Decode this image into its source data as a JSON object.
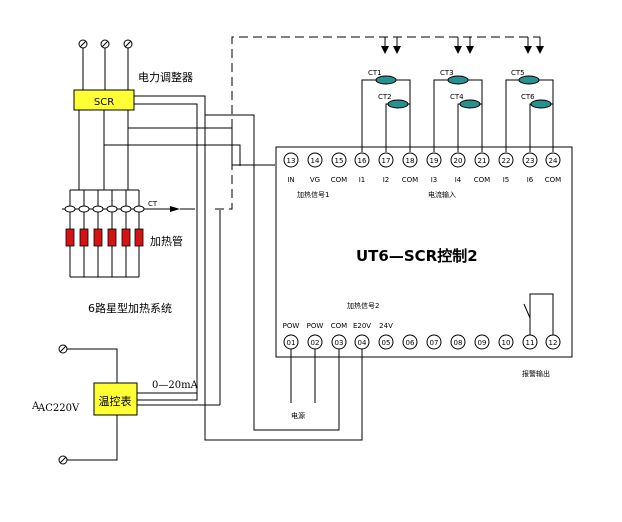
{
  "labels": {
    "scr": "SCR",
    "power_regulator": "电力调整器",
    "heater_pipe": "加热管",
    "system_name": "6路星型加热系统",
    "thermostat": "温控表",
    "signal": "0—20mA",
    "ac_prefix": "A",
    "ac_supply": "AC220V",
    "ct_label": "CT",
    "module_title": "UT6—SCR控制2",
    "heating_signal_1": "加热信号1",
    "heating_signal_2": "加热信号2",
    "current_input": "电流输入",
    "power_supply": "电源",
    "alarm_output": "报警输出"
  },
  "top_terminals": [
    {
      "num": "13",
      "name": "IN"
    },
    {
      "num": "14",
      "name": "VG"
    },
    {
      "num": "15",
      "name": "COM"
    },
    {
      "num": "16",
      "name": "I1"
    },
    {
      "num": "17",
      "name": "I2"
    },
    {
      "num": "18",
      "name": "COM"
    },
    {
      "num": "19",
      "name": "I3"
    },
    {
      "num": "20",
      "name": "I4"
    },
    {
      "num": "21",
      "name": "COM"
    },
    {
      "num": "22",
      "name": "I5"
    },
    {
      "num": "23",
      "name": "I6"
    },
    {
      "num": "24",
      "name": "COM"
    }
  ],
  "bottom_terminals": [
    {
      "num": "01",
      "name": "POW"
    },
    {
      "num": "02",
      "name": "POW"
    },
    {
      "num": "03",
      "name": "COM"
    },
    {
      "num": "04",
      "name": "E20V"
    },
    {
      "num": "05",
      "name": "24V"
    },
    {
      "num": "06",
      "name": ""
    },
    {
      "num": "07",
      "name": ""
    },
    {
      "num": "08",
      "name": ""
    },
    {
      "num": "09",
      "name": ""
    },
    {
      "num": "10",
      "name": ""
    },
    {
      "num": "11",
      "name": ""
    },
    {
      "num": "12",
      "name": ""
    }
  ],
  "current_transformers": [
    "CT1",
    "CT2",
    "CT3",
    "CT4",
    "CT5",
    "CT6"
  ]
}
